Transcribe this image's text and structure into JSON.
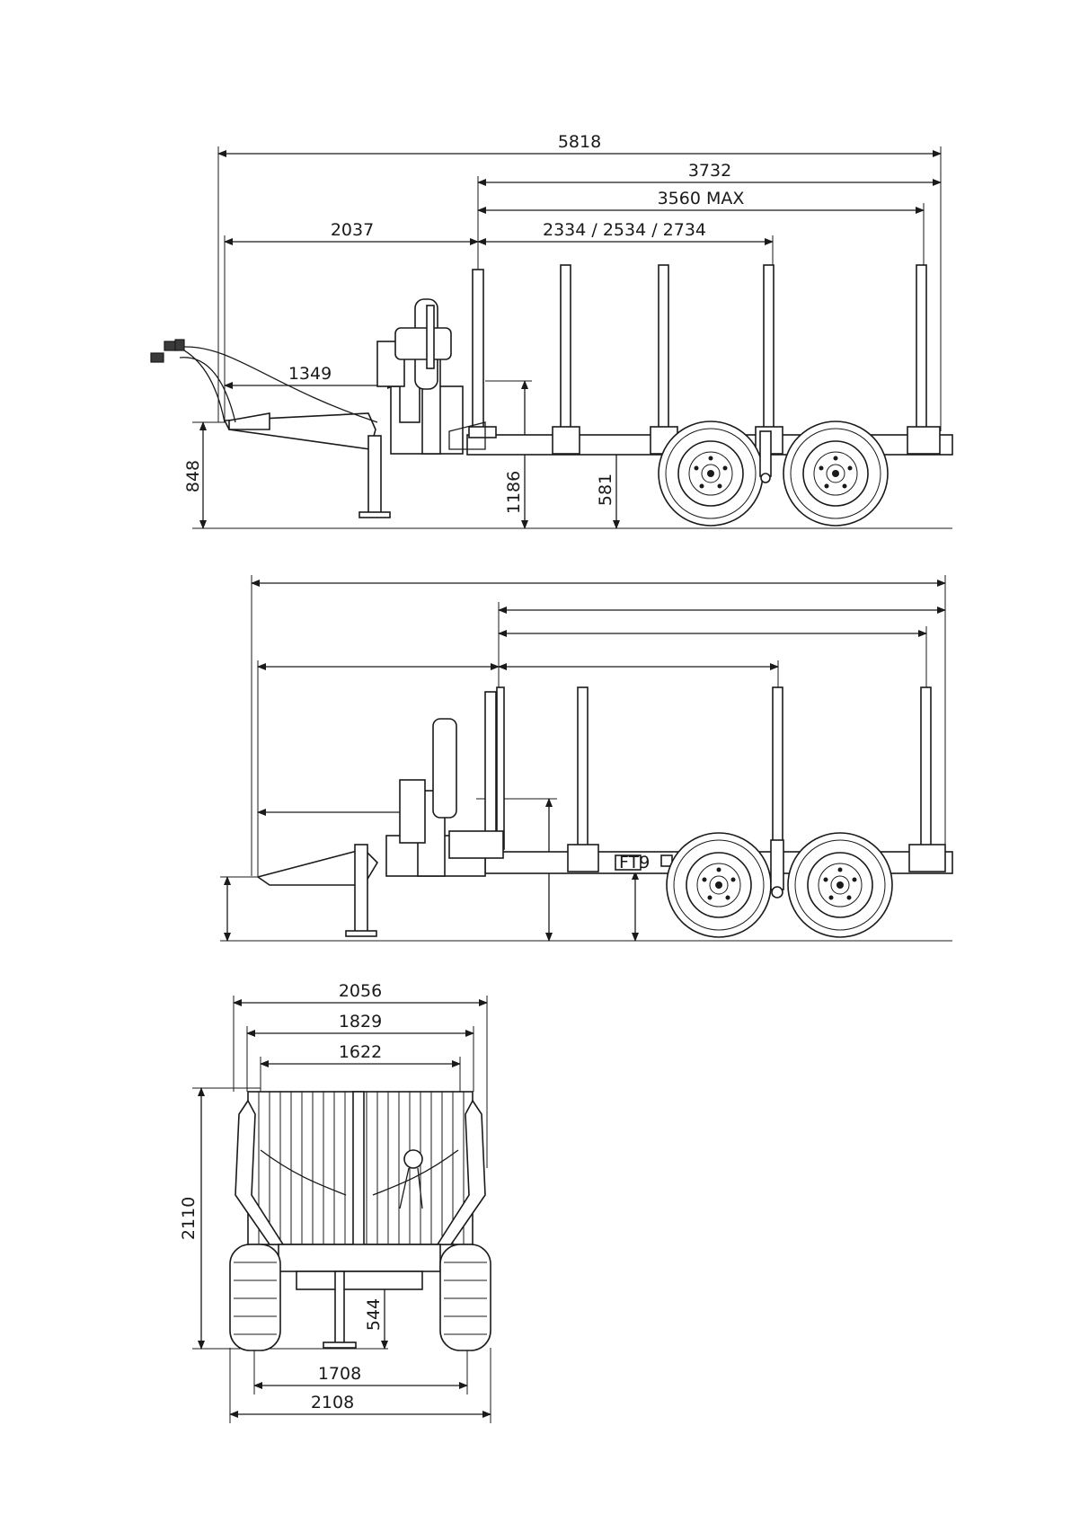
{
  "side_view_top": {
    "dims": {
      "overall_length": "5818",
      "bunk_to_rear": "3732",
      "rear_bunk_span": "3560 MAX",
      "front_section": "2037",
      "bunk_spacing": "2334 / 2534 / 2734",
      "crane_pillar_height": "1349",
      "hitch_height": "848",
      "crane_base_height": "1186",
      "frame_height": "581"
    }
  },
  "front_view": {
    "dims": {
      "outer_width": "2056",
      "stake_width": "1829",
      "inner_width": "1622",
      "overall_height": "2110",
      "ground_clearance": "544",
      "track_width": "1708",
      "overall_width": "2108"
    }
  },
  "side_view_bottom": {
    "label_plate": "FT9"
  },
  "colors": {
    "line": "#1a1a1a",
    "background": "#ffffff"
  }
}
